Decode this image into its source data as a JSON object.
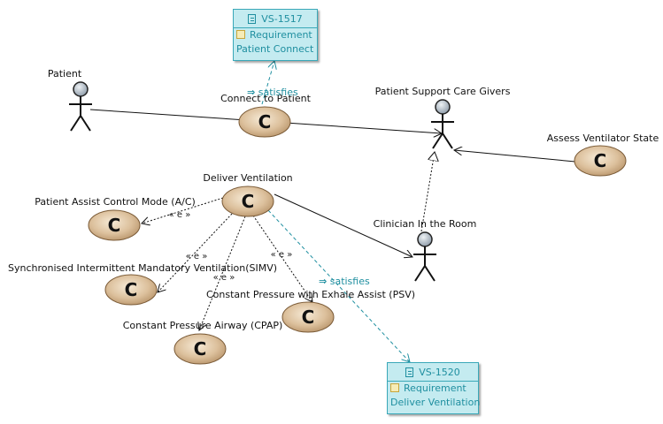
{
  "requirements": [
    {
      "id": "VS-1517",
      "type": "Requirement",
      "name": "Patient Connect"
    },
    {
      "id": "VS-1520",
      "type": "Requirement",
      "name": "Deliver Ventilation"
    }
  ],
  "actors": {
    "patient": "Patient",
    "care_givers": "Patient Support Care Givers",
    "clinician": "Clinician In the Room"
  },
  "use_cases": {
    "connect": "Connect to Patient",
    "assess": "Assess Ventilator State",
    "deliver": "Deliver Ventilation",
    "ac_mode": "Patient Assist Control Mode (A/C)",
    "simv": "Synchronised Intermittent Mandatory Ventilation(SIMV)",
    "psv": "Constant Pressure with Exhale Assist (PSV)",
    "cpap": "Constant Pressure Airway (CPAP)"
  },
  "relations": {
    "satisfies": "satisfies",
    "extend": "« e »"
  },
  "icons": {
    "use_case": "c-letter-icon",
    "requirement": "requirement-document-icon"
  },
  "colors": {
    "req_fill": "#c4ebf0",
    "req_border": "#3aa8b8",
    "req_text": "#1f8fa0",
    "usecase_fill": "#d8bc98",
    "actor_head": "#a8b4bf"
  }
}
